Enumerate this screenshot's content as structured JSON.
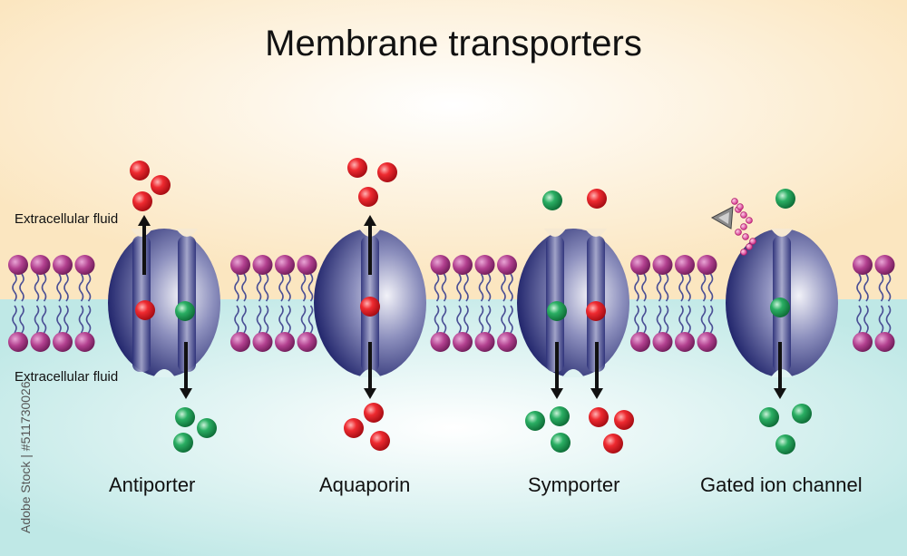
{
  "title": "Membrane transporters",
  "regions": {
    "top_label": "Extracellular fluid",
    "bottom_label": "Extracellular fluid"
  },
  "transporters": [
    {
      "name": "Antiporter"
    },
    {
      "name": "Aquaporin"
    },
    {
      "name": "Symporter"
    },
    {
      "name": "Gated ion channel"
    }
  ],
  "watermark": "Adobe Stock | #511730026",
  "colors": {
    "extracellular_top": "#fbe6c0",
    "extracellular_bottom": "#bfe8e6",
    "lipid_head": "#9b2f7d",
    "protein": "#3b3f8f",
    "molecule_red": "#e0161f",
    "molecule_green": "#1f9a55",
    "arrow": "#111111",
    "ligand": "#e04a9a"
  }
}
